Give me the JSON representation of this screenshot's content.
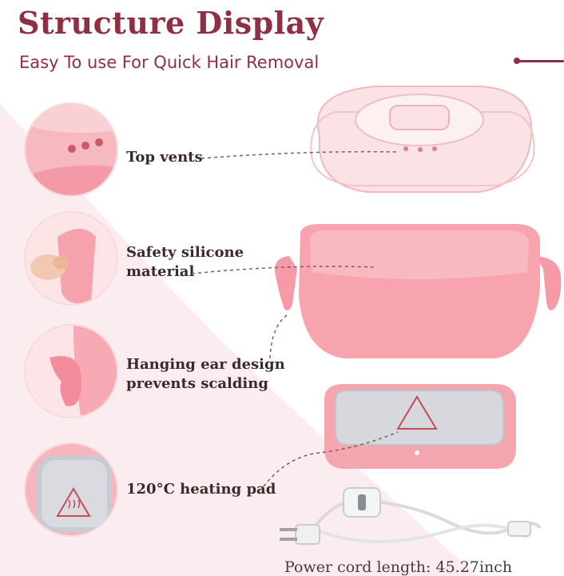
{
  "header": {
    "title": "Structure Display",
    "subtitle": "Easy To use For Quick Hair Removal"
  },
  "callouts": [
    {
      "lines": [
        "Top vents"
      ]
    },
    {
      "lines": [
        "Safety silicone",
        "material"
      ]
    },
    {
      "lines": [
        "Hanging ear design",
        "prevents scalding"
      ]
    },
    {
      "lines": [
        "120°C heating pad"
      ]
    }
  ],
  "footer": {
    "text": "Power cord length: 45.27inch"
  },
  "colors": {
    "accent": "#8e2f44",
    "pink": "#f4a0ac",
    "background_tint": "#fbe9ec"
  }
}
